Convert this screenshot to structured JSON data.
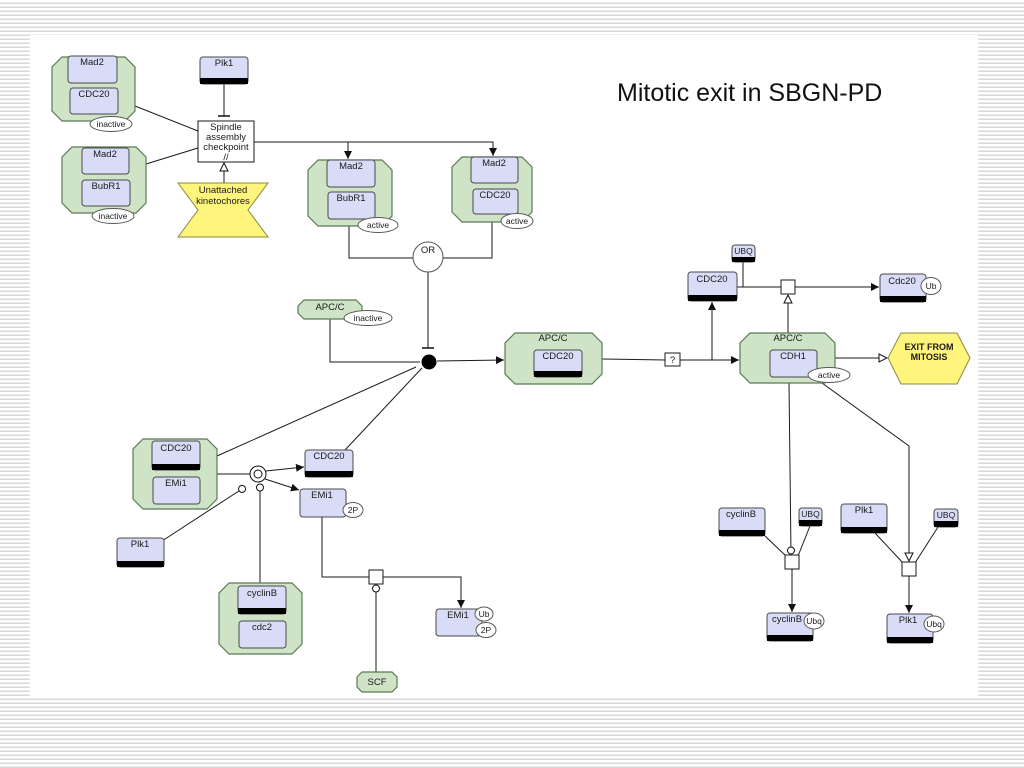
{
  "title": "Mitotic exit in SBGN-PD",
  "colors": {
    "complex_fill": "#cfe3c7",
    "complex_stroke": "#5b7a56",
    "macromolecule_fill": "#d9dcf7",
    "macromolecule_stroke": "#4a4a4a",
    "clone_marker": "#000000",
    "perturbation_fill": "#fff47c",
    "phenotype_fill": "#fff47c",
    "arc": "#1a1a1a"
  },
  "spindle_checkpoint": {
    "mad2_cdc20_inactive": {
      "mad2": "Mad2",
      "cdc20": "CDC20",
      "state": "inactive"
    },
    "mad2_bubr1_inactive": {
      "mad2": "Mad2",
      "bubr1": "BubR1",
      "state": "inactive"
    },
    "plk1": "Plk1",
    "process": [
      "Spindle",
      "assembly",
      "checkpoint",
      "//"
    ],
    "kinetochores": [
      "Unattached",
      "kinetochores"
    ],
    "mad2_bubr1_active": {
      "mad2": "Mad2",
      "bubr1": "BubR1",
      "state": "active"
    },
    "mad2_cdc20_active": {
      "mad2": "Mad2",
      "cdc20": "CDC20",
      "state": "active"
    },
    "or_gate": "OR"
  },
  "apcc_activation": {
    "apcc_inactive": {
      "label": "APC/C",
      "state": "inactive"
    },
    "apcc_cdc20": {
      "label": "APC/C",
      "cdc20": "CDC20"
    },
    "unknown_process": "?",
    "cdc20": "CDC20",
    "apcc_cdh1": {
      "label": "APC/C",
      "cdh1": "CDH1",
      "state": "active"
    },
    "phenotype": [
      "EXIT FROM",
      "MITOSIS"
    ]
  },
  "cdc20_ubiquitination": {
    "ubq": "UBQ",
    "product": "Cdc20",
    "product_state": "Ub"
  },
  "emi1_branch": {
    "cdc20_emi1": {
      "cdc20": "CDC20",
      "emi1": "EMi1"
    },
    "cdc20_released": "CDC20",
    "emi1_p": {
      "label": "EMi1",
      "state": "2P"
    },
    "plk1": "Plk1",
    "cyclinb_cdc2": {
      "cyclinb": "cyclinB",
      "cdc2": "cdc2"
    },
    "scf": "SCF",
    "emi1_ub": {
      "label": "EMi1",
      "ub": "Ub",
      "p": "2P"
    }
  },
  "cyclinb_ubiquitination": {
    "cyclinb": "cyclinB",
    "ubq": "UBQ",
    "product": "cyclinB",
    "product_state": "Ubq"
  },
  "plk1_ubiquitination": {
    "plk1": "Plk1",
    "ubq": "UBQ",
    "product": "Plk1",
    "product_state": "Ubq"
  }
}
